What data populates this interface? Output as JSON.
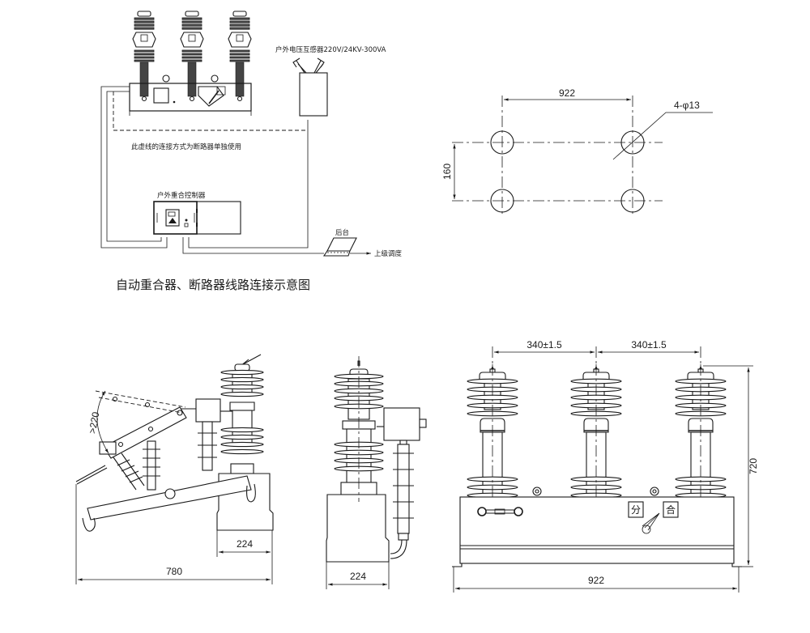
{
  "wiring_diagram": {
    "title": "自动重合器、断路器线路连接示意图",
    "pt_label": "户外电压互感器220V/24KV-300VA",
    "dashed_note": "此虚线的连接方式为断路器单独使用",
    "controller_label": "户外重合控制器",
    "backend_label": "后台",
    "dispatch_label": "上级调度"
  },
  "mounting_holes": {
    "width_dim": "922",
    "height_dim": "160",
    "hole_label": "4-φ13"
  },
  "side_view": {
    "angle_dim": ">220",
    "base_dim": "224",
    "overall_dim": "780"
  },
  "end_view": {
    "base_dim": "224"
  },
  "front_view": {
    "pitch_dim_left": "340±1.5",
    "pitch_dim_right": "340±1.5",
    "height_dim": "720",
    "width_dim": "922",
    "open_label": "分",
    "close_label": "合"
  }
}
